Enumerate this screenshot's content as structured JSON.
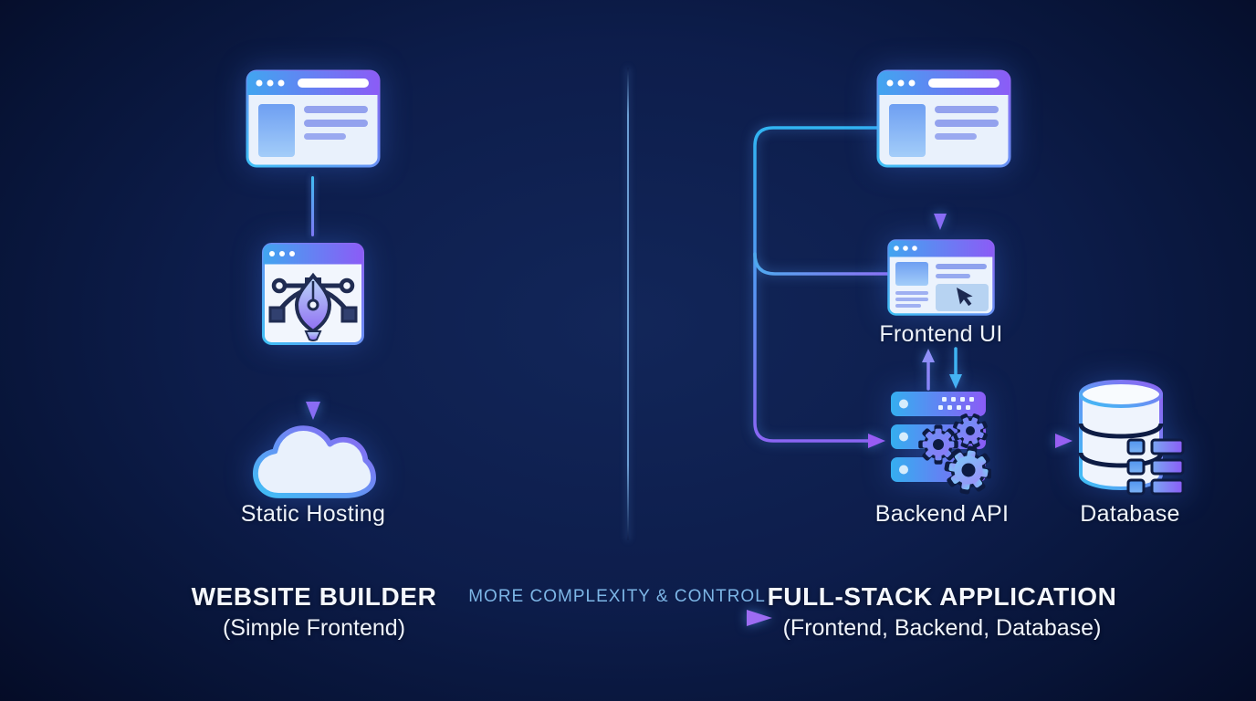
{
  "left": {
    "node_label": "Static Hosting",
    "heading": "WEBSITE BUILDER",
    "subheading": "(Simple Frontend)"
  },
  "center": {
    "arrow_label": "MORE COMPLEXITY & CONTROL"
  },
  "right": {
    "frontend_label": "Frontend UI",
    "backend_label": "Backend API",
    "database_label": "Database",
    "heading": "FULL-STACK APPLICATION",
    "subheading": "(Frontend, Backend, Database)"
  },
  "colors": {
    "accent_cyan": "#38b6f2",
    "accent_purple": "#8b5cf6",
    "label_text": "#eef3fb",
    "center_label_text": "#7db6e6",
    "background_center": "#122659",
    "background_edge": "#040a23"
  },
  "icons": [
    "browser-window-icon",
    "design-tool-icon",
    "cloud-icon",
    "browser-window-icon",
    "frontend-ui-icon",
    "backend-server-icon",
    "database-icon"
  ]
}
